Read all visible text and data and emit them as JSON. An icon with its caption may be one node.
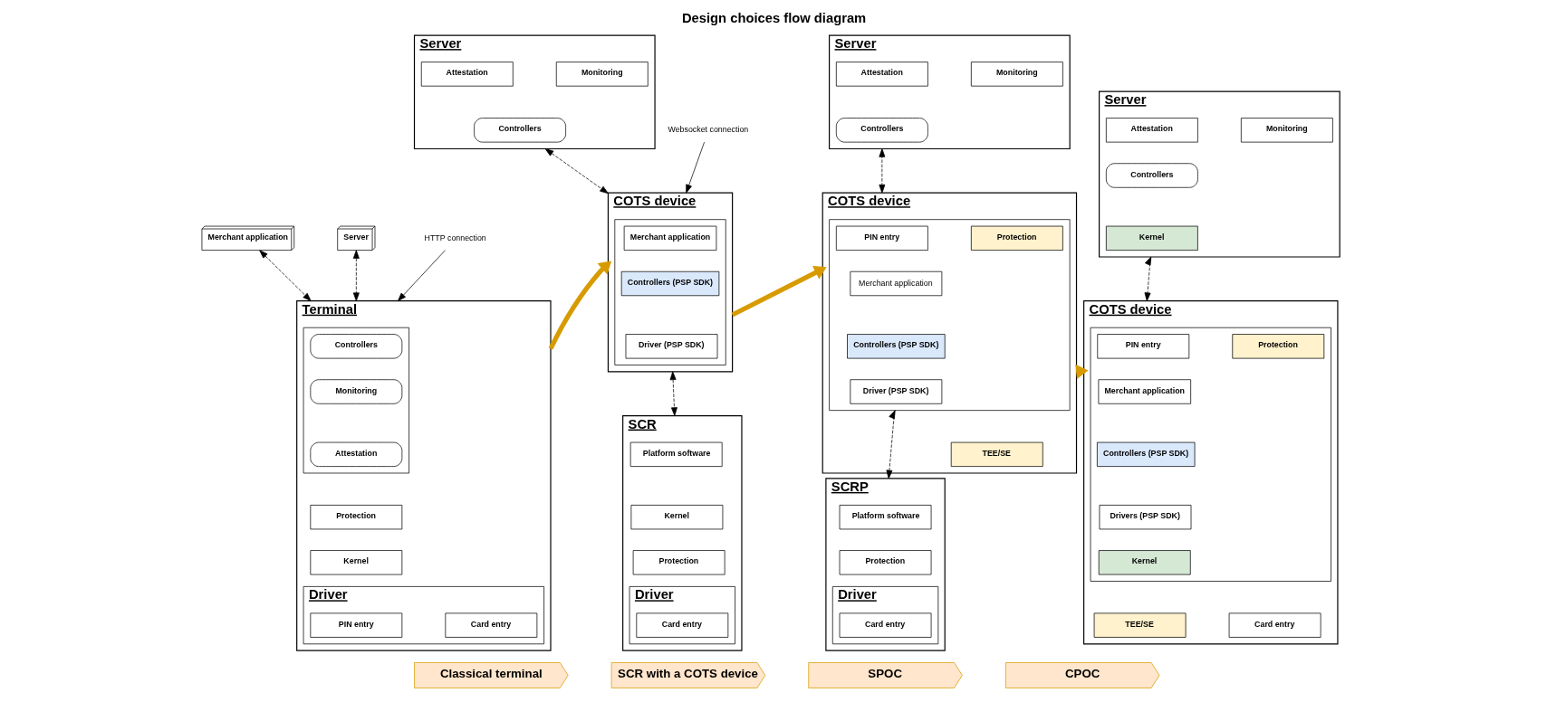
{
  "diagram": {
    "title": "Design choices flow diagram",
    "nodes": [
      {
        "text": [
          "Merchant application"
        ]
      },
      {
        "text": [
          "Server"
        ]
      },
      {
        "text": [
          "Terminal"
        ]
      },
      {
        "text": [],
        "shape": "box",
        "in": 2
      },
      {
        "text": [
          "Controllers"
        ],
        "in": 3
      },
      {
        "text": [
          "Monitoring"
        ],
        "in": 3
      },
      {
        "text": [
          "Attestation"
        ],
        "in": 3
      },
      {
        "text": [
          "Protection"
        ],
        "in": 2
      },
      {
        "text": [
          "Kernel"
        ],
        "in": 2
      },
      {
        "text": [
          "Driver"
        ],
        "in": 2
      },
      {
        "text": [
          "PIN entry"
        ],
        "in": 9
      },
      {
        "text": [
          "Card entry"
        ],
        "in": 9
      },
      {
        "text": [
          "HTTP connection"
        ]
      },
      {
        "text": [
          "Server"
        ]
      },
      {
        "text": [
          "Attestation"
        ],
        "in": 13
      },
      {
        "text": [
          "Monitoring"
        ],
        "in": 13
      },
      {
        "text": [
          "Controllers"
        ],
        "in": 13
      },
      {
        "text": [
          "Websocket connection"
        ]
      },
      {
        "text": [
          "COTS device"
        ]
      },
      {
        "text": [],
        "shape": "box",
        "in": 18
      },
      {
        "text": [
          "Merchant application"
        ],
        "in": 19
      },
      {
        "text": [
          "Controllers (PSP SDK)"
        ],
        "in": 19
      },
      {
        "text": [
          "Driver (PSP SDK)"
        ],
        "in": 19
      },
      {
        "text": [
          "SCR"
        ]
      },
      {
        "text": [
          "Platform software"
        ],
        "in": 23
      },
      {
        "text": [
          "Kernel"
        ],
        "in": 23
      },
      {
        "text": [
          "Protection"
        ],
        "in": 23
      },
      {
        "text": [
          "Driver"
        ],
        "in": 23
      },
      {
        "text": [
          "Card entry"
        ],
        "in": 27
      },
      {
        "text": [
          "Server"
        ]
      },
      {
        "text": [
          "Attestation"
        ],
        "in": 29
      },
      {
        "text": [
          "Monitoring"
        ],
        "in": 29
      },
      {
        "text": [
          "Controllers"
        ],
        "in": 29
      },
      {
        "text": [
          "COTS device"
        ]
      },
      {
        "text": [],
        "shape": "box",
        "in": 33
      },
      {
        "text": [
          "PIN entry"
        ],
        "in": 34
      },
      {
        "text": [
          "Protection"
        ],
        "in": 34
      },
      {
        "text": [
          "Merchant application"
        ],
        "in": 34
      },
      {
        "text": [
          "Controllers (PSP SDK)"
        ],
        "in": 34
      },
      {
        "text": [
          "Driver (PSP SDK)"
        ],
        "in": 34
      },
      {
        "text": [
          "TEE/SE"
        ],
        "in": 33
      },
      {
        "text": [
          "SCRP"
        ]
      },
      {
        "text": [
          "Platform software"
        ],
        "in": 41
      },
      {
        "text": [
          "Protection"
        ],
        "in": 41
      },
      {
        "text": [
          "Driver"
        ],
        "in": 41
      },
      {
        "text": [
          "Card entry"
        ],
        "in": 44
      },
      {
        "text": [
          "Server"
        ]
      },
      {
        "text": [
          "Attestation"
        ],
        "in": 46
      },
      {
        "text": [
          "Monitoring"
        ],
        "in": 46
      },
      {
        "text": [
          "Controllers"
        ],
        "in": 46
      },
      {
        "text": [
          "Kernel"
        ],
        "in": 46
      },
      {
        "text": [
          "COTS device"
        ]
      },
      {
        "text": [],
        "shape": "box",
        "in": 51
      },
      {
        "text": [
          "PIN entry"
        ],
        "in": 52
      },
      {
        "text": [
          "Protection"
        ],
        "in": 52
      },
      {
        "text": [
          "Merchant application"
        ],
        "in": 52
      },
      {
        "text": [
          "Controllers (PSP SDK)"
        ],
        "in": 52
      },
      {
        "text": [
          "Drivers (PSP SDK)"
        ],
        "in": 52
      },
      {
        "text": [
          "Kernel"
        ],
        "in": 52
      },
      {
        "text": [
          "TEE/SE"
        ],
        "in": 51
      },
      {
        "text": [
          "Card entry"
        ],
        "in": 51
      },
      {
        "text": [
          "Classical terminal"
        ]
      },
      {
        "text": [
          "SCR with a COTS device"
        ]
      },
      {
        "text": [
          "SPOC"
        ]
      },
      {
        "text": [
          "CPOC"
        ]
      }
    ],
    "edges": [
      {
        "from": 0,
        "to": 2,
        "arrow": "both",
        "style": "dashed"
      },
      {
        "from": 1,
        "to": 2,
        "arrow": "both",
        "style": "dashed"
      },
      {
        "from": 12,
        "to": 2,
        "arrow": "to"
      },
      {
        "from": 13,
        "to": 18,
        "arrow": "both",
        "style": "dashed"
      },
      {
        "from": 17,
        "to": 18,
        "arrow": "to"
      },
      {
        "from": 18,
        "to": 23,
        "arrow": "both",
        "style": "dashed"
      },
      {
        "from": 29,
        "to": 33,
        "arrow": "both",
        "style": "dashed"
      },
      {
        "from": 34,
        "to": 41,
        "arrow": "both",
        "style": "dashed"
      },
      {
        "from": 46,
        "to": 51,
        "arrow": "both",
        "style": "dashed"
      },
      {
        "from": 2,
        "to": 18,
        "arrow": "to",
        "style": "thick",
        "color": "#d79b00"
      },
      {
        "from": 18,
        "to": 33,
        "arrow": "to",
        "style": "thick",
        "color": "#d79b00"
      },
      {
        "from": 33,
        "to": 51,
        "arrow": "to",
        "style": "thick",
        "color": "#d79b00"
      }
    ]
  }
}
